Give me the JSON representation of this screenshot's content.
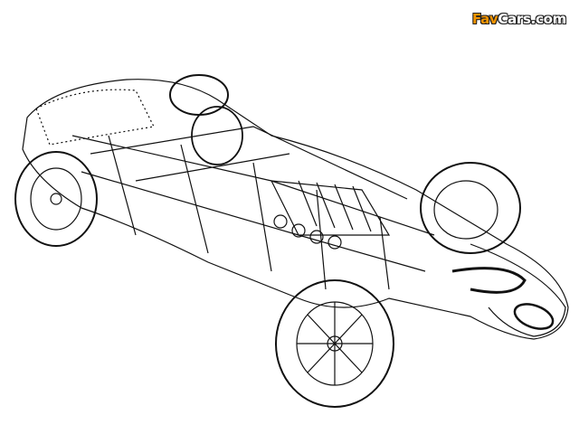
{
  "watermark": {
    "part1": "Fav",
    "part2": "Cars.com"
  },
  "illustration": {
    "subject": "race-car-cutaway",
    "ink": "#111111",
    "paper": "#ffffff",
    "accent": "#f29400"
  }
}
